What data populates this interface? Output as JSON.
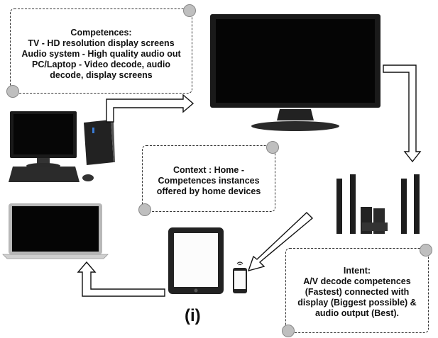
{
  "competences": {
    "title": "Competences:",
    "lines": [
      "TV - HD resolution display screens",
      "Audio system - High quality audio out",
      "PC/Laptop - Video decode, audio",
      "decode, display screens"
    ]
  },
  "context": {
    "lines": [
      "Context : Home -",
      "Competences instances",
      "offered by home devices"
    ]
  },
  "intent": {
    "title": "Intent:",
    "lines": [
      "A/V  decode competences",
      "(Fastest) connected with",
      "display (Biggest possible) &",
      "audio output (Best)."
    ]
  },
  "figure_label": "(i)",
  "devices": [
    "tv-icon",
    "desktop-pc-icon",
    "laptop-icon",
    "tablet-icon",
    "smartphone-icon",
    "home-theater-icon"
  ]
}
